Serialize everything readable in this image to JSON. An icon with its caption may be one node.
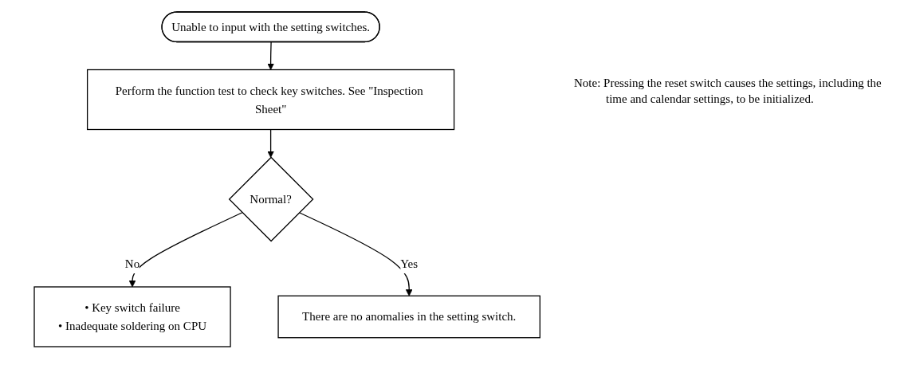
{
  "diagram": {
    "nodes": [
      {
        "text": [
          "Unable to input with the setting switches."
        ]
      },
      {
        "text": [
          "Perform the function test to check key switches. See \"Inspection Sheet\""
        ]
      },
      {
        "text": [
          "Normal?"
        ]
      },
      {
        "text": [
          "• Key switch failure",
          "• Inadequate soldering on CPU"
        ]
      },
      {
        "text": [
          "There are no anomalies in the setting switch."
        ]
      }
    ],
    "edges": [
      {
        "from": 0,
        "to": 1,
        "arrow": "to"
      },
      {
        "from": 1,
        "to": 2,
        "arrow": "to"
      },
      {
        "from": 2,
        "to": 3,
        "label": "No",
        "arrow": "to"
      },
      {
        "from": 2,
        "to": 4,
        "label": "Yes",
        "arrow": "to"
      }
    ],
    "labels": [
      "Note: Pressing the reset switch causes the settings, including the time and calendar settings, to be initialized."
    ]
  }
}
